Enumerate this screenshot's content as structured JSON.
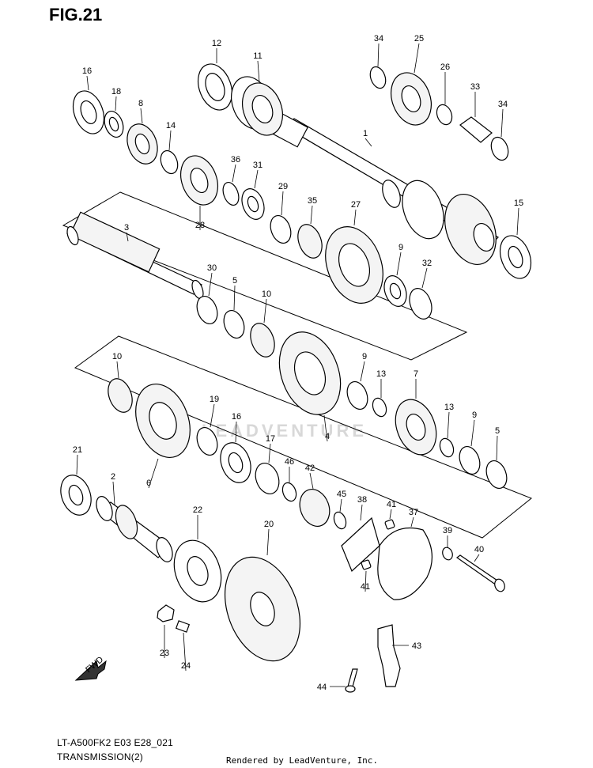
{
  "figure": {
    "title": "FIG.21",
    "model_code": "LT-A500FK2 E03 E28_021",
    "section": "TRANSMISSION(2)",
    "credit": "Rendered by LeadVenture, Inc.",
    "watermark": "LEADVENTURE",
    "fwd_label": "FWD"
  },
  "callouts": [
    {
      "id": "c1",
      "label": "1"
    },
    {
      "id": "c2",
      "label": "2"
    },
    {
      "id": "c3",
      "label": "3"
    },
    {
      "id": "c4",
      "label": "4"
    },
    {
      "id": "c5a",
      "label": "5"
    },
    {
      "id": "c5b",
      "label": "5"
    },
    {
      "id": "c6",
      "label": "6"
    },
    {
      "id": "c7",
      "label": "7"
    },
    {
      "id": "c8",
      "label": "8"
    },
    {
      "id": "c9a",
      "label": "9"
    },
    {
      "id": "c9b",
      "label": "9"
    },
    {
      "id": "c9c",
      "label": "9"
    },
    {
      "id": "c10a",
      "label": "10"
    },
    {
      "id": "c10b",
      "label": "10"
    },
    {
      "id": "c11",
      "label": "11"
    },
    {
      "id": "c12",
      "label": "12"
    },
    {
      "id": "c13a",
      "label": "13"
    },
    {
      "id": "c13b",
      "label": "13"
    },
    {
      "id": "c14",
      "label": "14"
    },
    {
      "id": "c15",
      "label": "15"
    },
    {
      "id": "c16a",
      "label": "16"
    },
    {
      "id": "c16b",
      "label": "16"
    },
    {
      "id": "c17",
      "label": "17"
    },
    {
      "id": "c18",
      "label": "18"
    },
    {
      "id": "c19",
      "label": "19"
    },
    {
      "id": "c20",
      "label": "20"
    },
    {
      "id": "c21",
      "label": "21"
    },
    {
      "id": "c22",
      "label": "22"
    },
    {
      "id": "c23",
      "label": "23"
    },
    {
      "id": "c24",
      "label": "24"
    },
    {
      "id": "c25",
      "label": "25"
    },
    {
      "id": "c26",
      "label": "26"
    },
    {
      "id": "c27",
      "label": "27"
    },
    {
      "id": "c28",
      "label": "28"
    },
    {
      "id": "c29",
      "label": "29"
    },
    {
      "id": "c30",
      "label": "30"
    },
    {
      "id": "c31",
      "label": "31"
    },
    {
      "id": "c32",
      "label": "32"
    },
    {
      "id": "c33",
      "label": "33"
    },
    {
      "id": "c34a",
      "label": "34"
    },
    {
      "id": "c34b",
      "label": "34"
    },
    {
      "id": "c35",
      "label": "35"
    },
    {
      "id": "c36",
      "label": "36"
    },
    {
      "id": "c37",
      "label": "37"
    },
    {
      "id": "c38",
      "label": "38"
    },
    {
      "id": "c39",
      "label": "39"
    },
    {
      "id": "c40",
      "label": "40"
    },
    {
      "id": "c41a",
      "label": "41"
    },
    {
      "id": "c41b",
      "label": "41"
    },
    {
      "id": "c42",
      "label": "42"
    },
    {
      "id": "c43",
      "label": "43"
    },
    {
      "id": "c44",
      "label": "44"
    },
    {
      "id": "c45",
      "label": "45"
    },
    {
      "id": "c46",
      "label": "46"
    }
  ]
}
